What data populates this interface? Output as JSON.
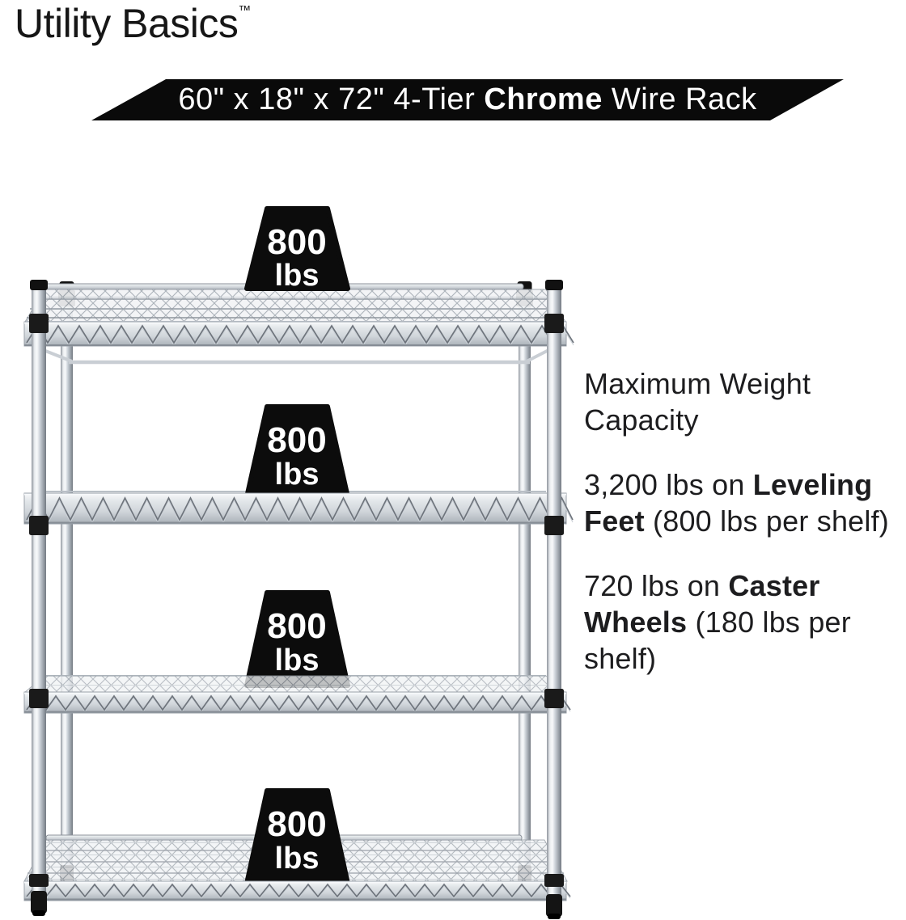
{
  "brand": {
    "name": "Utility Basics",
    "trademark": "™"
  },
  "banner": {
    "prefix": "60\" x 18\" x 72\" 4-Tier ",
    "highlight": "Chrome",
    "suffix": " Wire Rack"
  },
  "rack": {
    "tiers": 4,
    "finish": "Chrome",
    "shelf_labels": [
      {
        "value": "800",
        "unit": "lbs"
      },
      {
        "value": "800",
        "unit": "lbs"
      },
      {
        "value": "800",
        "unit": "lbs"
      },
      {
        "value": "800",
        "unit": "lbs"
      }
    ]
  },
  "capacity": {
    "heading": "Maximum Weight Capacity",
    "leveling": {
      "normal1": "3,200 lbs on ",
      "bold": "Leveling Feet",
      "normal2": " (800 lbs per shelf)"
    },
    "caster": {
      "normal1": "720 lbs on ",
      "bold": "Caster Wheels",
      "normal2": " (180 lbs per shelf)"
    }
  },
  "colors": {
    "banner_bg": "#0a0a0a",
    "weight_badge_bg": "#0c0c0c",
    "text": "#1d1d1f",
    "chrome_light": "#f6f8fa",
    "chrome_mid": "#c7cdd4",
    "chrome_dark": "#81878f"
  }
}
